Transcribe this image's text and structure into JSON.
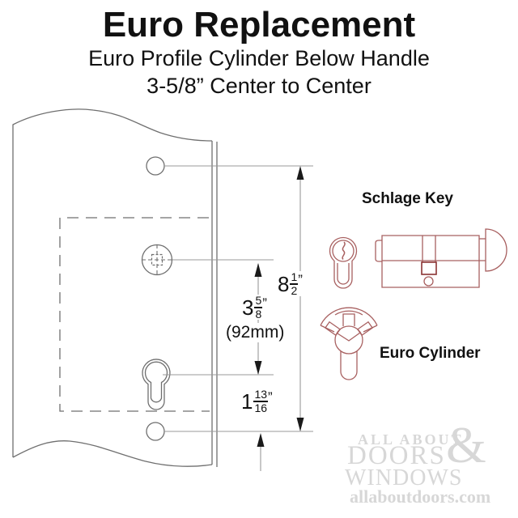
{
  "header": {
    "title": "Euro Replacement",
    "subtitle1": "Euro Profile Cylinder Below Handle",
    "subtitle2": "3-5/8” Center to Center"
  },
  "labels": {
    "schlage_key": "Schlage Key",
    "euro_cylinder": "Euro Cylinder"
  },
  "dimensions": {
    "overall_center_to_center": {
      "whole": "8",
      "num": "1",
      "den": "2",
      "unit": "”"
    },
    "handle_to_cylinder": {
      "whole": "3",
      "num": "5",
      "den": "8",
      "unit": "”",
      "metric": "(92mm)"
    },
    "cylinder_to_bottom_hole": {
      "whole": "1",
      "num": "13",
      "den": "16",
      "unit": "”"
    }
  },
  "watermark": {
    "line1": "ALL ABOUT",
    "ampersand": "&",
    "line2": "DOORS",
    "line3": "WINDOWS",
    "line4": "allaboutdoors.com"
  },
  "colors": {
    "background": "#ffffff",
    "plate_line": "#6f6f6f",
    "dimension_line": "#999999",
    "text": "#111111",
    "red_line": "#a86060",
    "red_dark": "#8b3434",
    "watermark": "#d7d7d7"
  }
}
